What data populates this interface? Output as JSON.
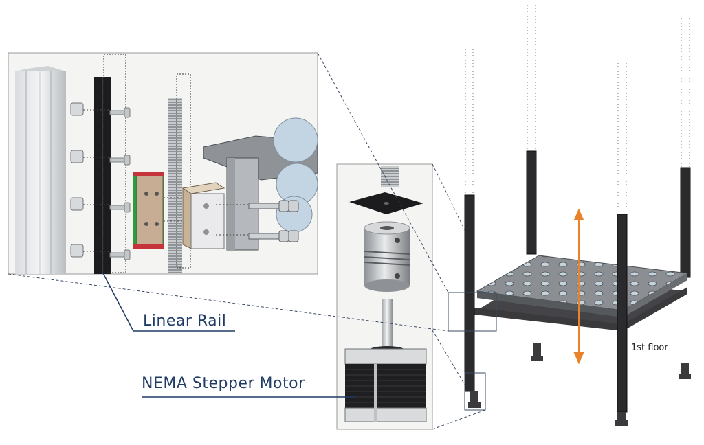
{
  "labels": {
    "linear_rail": "Linear Rail",
    "nema_stepper_motor": "NEMA Stepper Motor",
    "first_floor": "1st floor"
  },
  "colors": {
    "label_text": "#1f3b66",
    "arrow": "#e8832a",
    "rail_green": "#2e9c3e",
    "callout_line": "#1f3b66",
    "panel_bg": "#f4f4f2"
  },
  "components": {
    "zoom_panel_1": [
      "aluminum-extrusion",
      "linear-rail",
      "t-nuts",
      "bolts",
      "rail-carriage",
      "lead-screw",
      "nut-block",
      "bracket-plate"
    ],
    "zoom_panel_2": [
      "lead-screw-end",
      "mount-plate",
      "shaft-coupler",
      "motor-shaft",
      "nema-stepper-motor"
    ]
  }
}
